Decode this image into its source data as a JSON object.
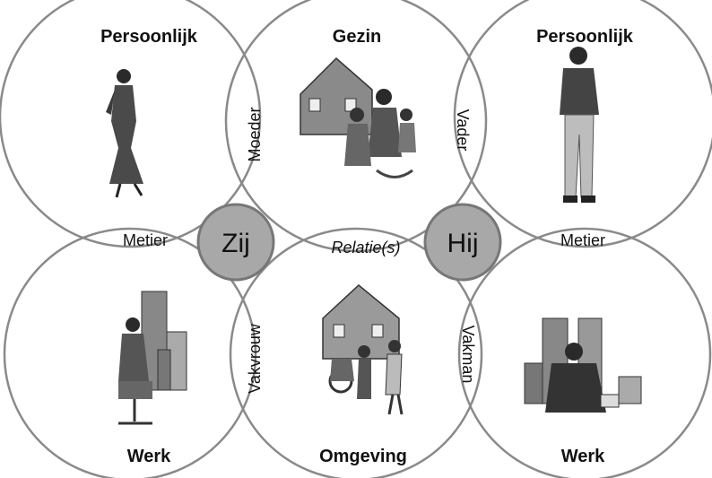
{
  "titles": {
    "persoonlijk_left": "Persoonlijk",
    "gezin": "Gezin",
    "persoonlijk_right": "Persoonlijk",
    "werk_left": "Werk",
    "omgeving": "Omgeving",
    "werk_right": "Werk"
  },
  "overlaps": {
    "moeder": "Moeder",
    "vader": "Vader",
    "metier_left": "Metier",
    "metier_right": "Metier",
    "relaties": "Relatie(s)",
    "vakvrouw": "Vakvrouw",
    "vakman": "Vakman"
  },
  "hubs": {
    "zij": "Zij",
    "hij": "Hij"
  },
  "illustrations": {
    "woman": "woman-illustration",
    "family": "family-house-illustration",
    "man": "man-illustration",
    "businesswoman": "businesswoman-city-illustration",
    "neighborhood": "neighborhood-illustration",
    "businessman": "businessman-city-illustration"
  }
}
